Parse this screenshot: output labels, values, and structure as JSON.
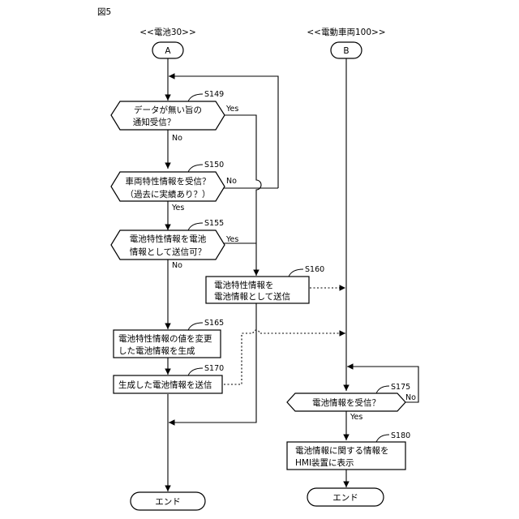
{
  "figure_label": "図5",
  "lanes": {
    "left_title": "<<電池30>>",
    "right_title": "<<電動車両100>>"
  },
  "connectors": {
    "a": "A",
    "b": "B"
  },
  "steps": {
    "s149": {
      "id": "S149",
      "line1": "データが無い旨の",
      "line2": "通知受信？",
      "yes": "Yes",
      "no": "No"
    },
    "s150": {
      "id": "S150",
      "line1": "車両特性情報を受信？",
      "line2": "（過去に実績あり？）",
      "yes": "Yes",
      "no": "No"
    },
    "s155": {
      "id": "S155",
      "line1": "電池特性情報を電池",
      "line2": "情報として送信可？",
      "yes": "Yes",
      "no": "No"
    },
    "s160": {
      "id": "S160",
      "line1": "電池特性情報を",
      "line2": "電池情報として送信"
    },
    "s165": {
      "id": "S165",
      "line1": "電池特性情報の値を変更",
      "line2": "した電池情報を生成"
    },
    "s170": {
      "id": "S170",
      "line1": "生成した電池情報を送信"
    },
    "s175": {
      "id": "S175",
      "line1": "電池情報を受信？",
      "yes": "Yes",
      "no": "No"
    },
    "s180": {
      "id": "S180",
      "line1": "電池情報に関する情報を",
      "line2": "HMI装置に表示"
    }
  },
  "terminals": {
    "left_end": "エンド",
    "right_end": "エンド"
  }
}
